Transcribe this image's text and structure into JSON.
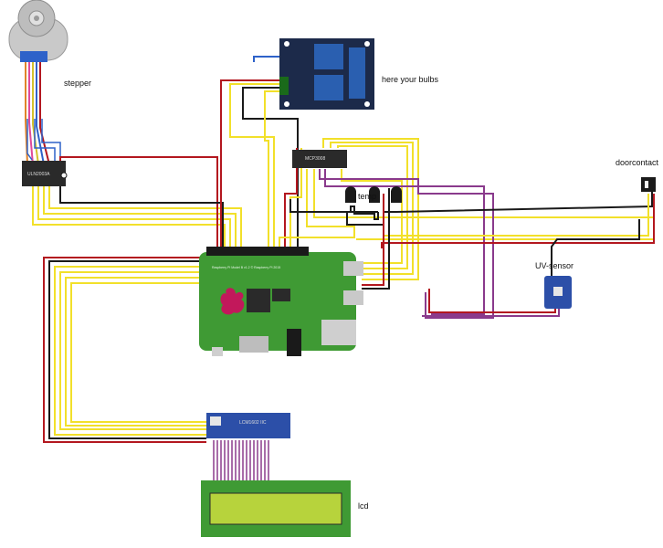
{
  "labels": {
    "stepper": "stepper",
    "bulbs": "here your bulbs",
    "doorcontact": "doorcontact",
    "temp": "temp",
    "uv_sensor": "UV-sensor",
    "lcd": "lcd"
  },
  "components": {
    "driver_chip": "ULN2003A",
    "adc_chip": "MCP3008",
    "lcd_backpack": "LCM1602 IIC",
    "pi_board": "Raspberry Pi Model B v1.2 © Raspberry Pi 2015"
  },
  "colors": {
    "wire_yellow": "#f2e02a",
    "wire_red": "#b3171f",
    "wire_black": "#1a1a1a",
    "wire_purple": "#8a3a8c",
    "wire_blue": "#2e62c9",
    "wire_gray": "#9a9a9a",
    "pcb_green": "#3f9a34",
    "lcd_screen": "#b7d33c",
    "relay_board": "#1c2a4a",
    "relay_blue": "#2a5fb0"
  }
}
